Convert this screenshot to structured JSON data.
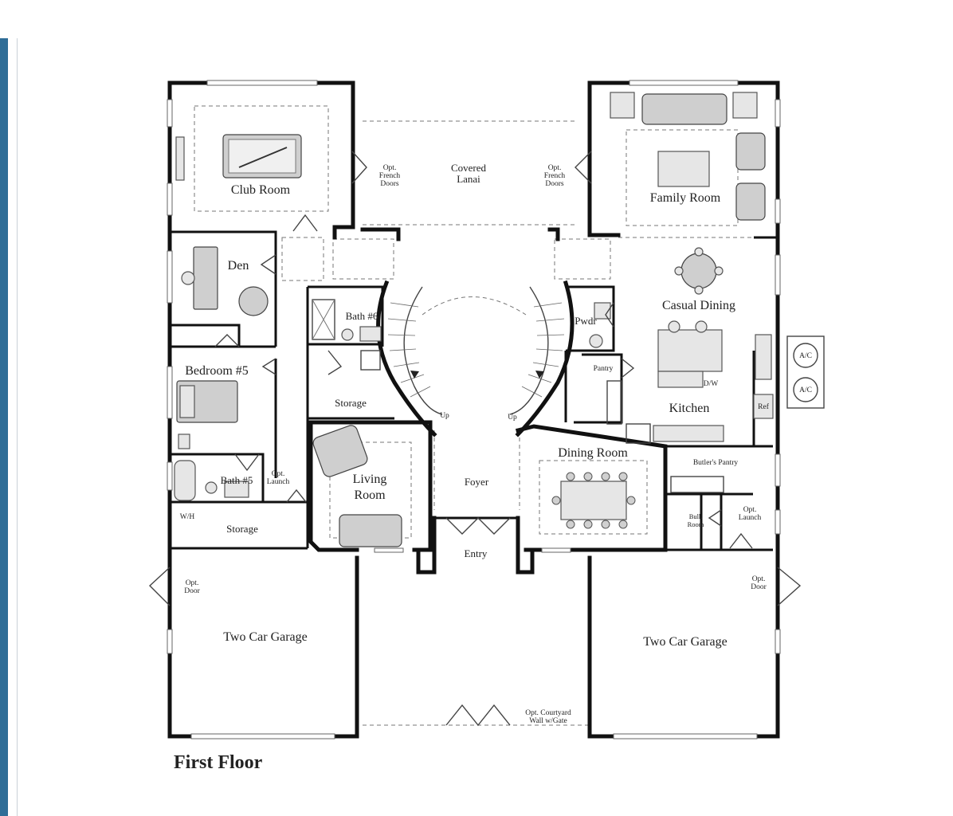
{
  "title": "First Floor",
  "rooms": {
    "club_room": "Club Room",
    "covered_lanai_1": "Covered",
    "covered_lanai_2": "Lanai",
    "family_room": "Family Room",
    "den": "Den",
    "casual_dining": "Casual Dining",
    "bath6": "Bath #6",
    "pwdr": "Pwdr",
    "bedroom5": "Bedroom #5",
    "pantry": "Pantry",
    "dw": "D/W",
    "storage_center": "Storage",
    "kitchen": "Kitchen",
    "ref": "Ref",
    "up_left": "Up",
    "up_right": "Up",
    "living_room_1": "Living",
    "living_room_2": "Room",
    "foyer": "Foyer",
    "dining_room": "Dining Room",
    "butlers_pantry": "Butler's Pantry",
    "bath5": "Bath #5",
    "opt_launch_left_1": "Opt.",
    "opt_launch_left_2": "Launch",
    "bulk_room_1": "Bulk",
    "bulk_room_2": "Room",
    "opt_launch_right_1": "Opt.",
    "opt_launch_right_2": "Launch",
    "wh": "W/H",
    "storage_left": "Storage",
    "entry": "Entry",
    "opt_door_left_1": "Opt.",
    "opt_door_left_2": "Door",
    "opt_door_right_1": "Opt.",
    "opt_door_right_2": "Door",
    "garage_left": "Two Car Garage",
    "garage_right": "Two Car Garage",
    "courtyard_1": "Opt. Courtyard",
    "courtyard_2": "Wall w/Gate",
    "french_left_1": "Opt.",
    "french_left_2": "French",
    "french_left_3": "Doors",
    "french_right_1": "Opt.",
    "french_right_2": "French",
    "french_right_3": "Doors",
    "ac_1": "A/C",
    "ac_2": "A/C"
  },
  "colors": {
    "sidebar": "#2f6d97",
    "wall": "#111111",
    "furniture": "#e6e6e6"
  }
}
